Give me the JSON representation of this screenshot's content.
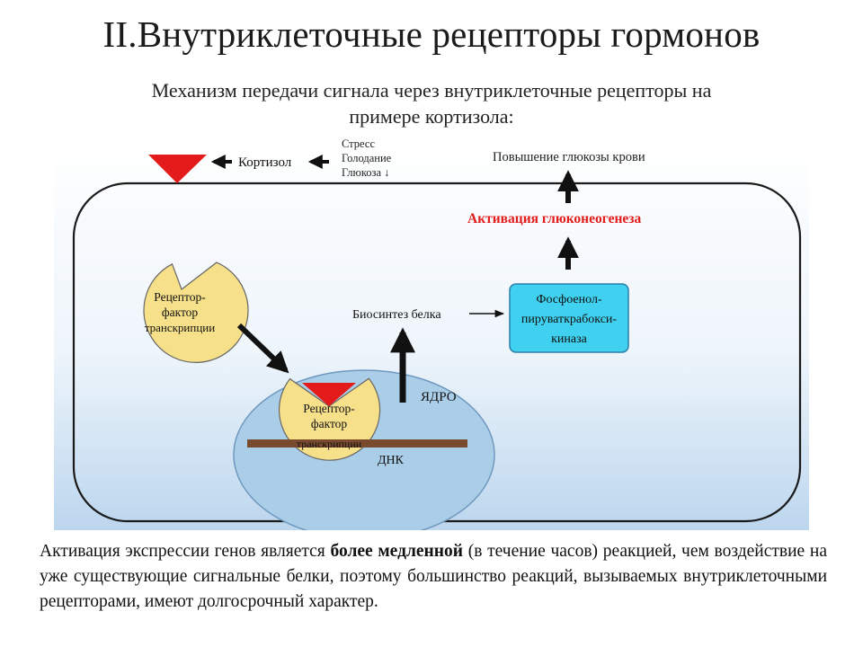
{
  "title": "II.Внутриклеточные рецепторы гормонов",
  "subtitle": {
    "line1": "Механизм передачи сигнала через внутриклеточные рецепторы на",
    "line2": "примере кортизола:"
  },
  "diagram": {
    "stimuli": [
      "Стресс",
      "Голодание",
      "Глюкоза ↓"
    ],
    "cortisol": "Кортизол",
    "glucose_rise": "Повышение глюкозы крови",
    "gluconeogenesis": "Активация глюконеогенеза",
    "receptor_lines": [
      "Рецептор-",
      "фактор",
      "транскрипции"
    ],
    "protein_synthesis": "Биосинтез белка",
    "enzyme_lines": [
      "Фосфоенол-",
      "пируваткрабокси-",
      "киназа"
    ],
    "nucleus": "ЯДРО",
    "dna": "ДНК",
    "colors": {
      "accent_red": "#e31b1b",
      "enzyme_box": "#3fd1ef",
      "receptor": "#f7e08a",
      "nucleus": "#aacde8",
      "dna_bar": "#7a4a2e"
    }
  },
  "caption": {
    "part1": "Активация экспрессии генов является ",
    "bold": "более медленной",
    "part2": " (в течение часов) реакцией, чем воздействие на уже существующие сигнальные белки, поэтому большинство реакций, вызываемых внутриклеточными рецепторами, имеют долгосрочный характер."
  }
}
